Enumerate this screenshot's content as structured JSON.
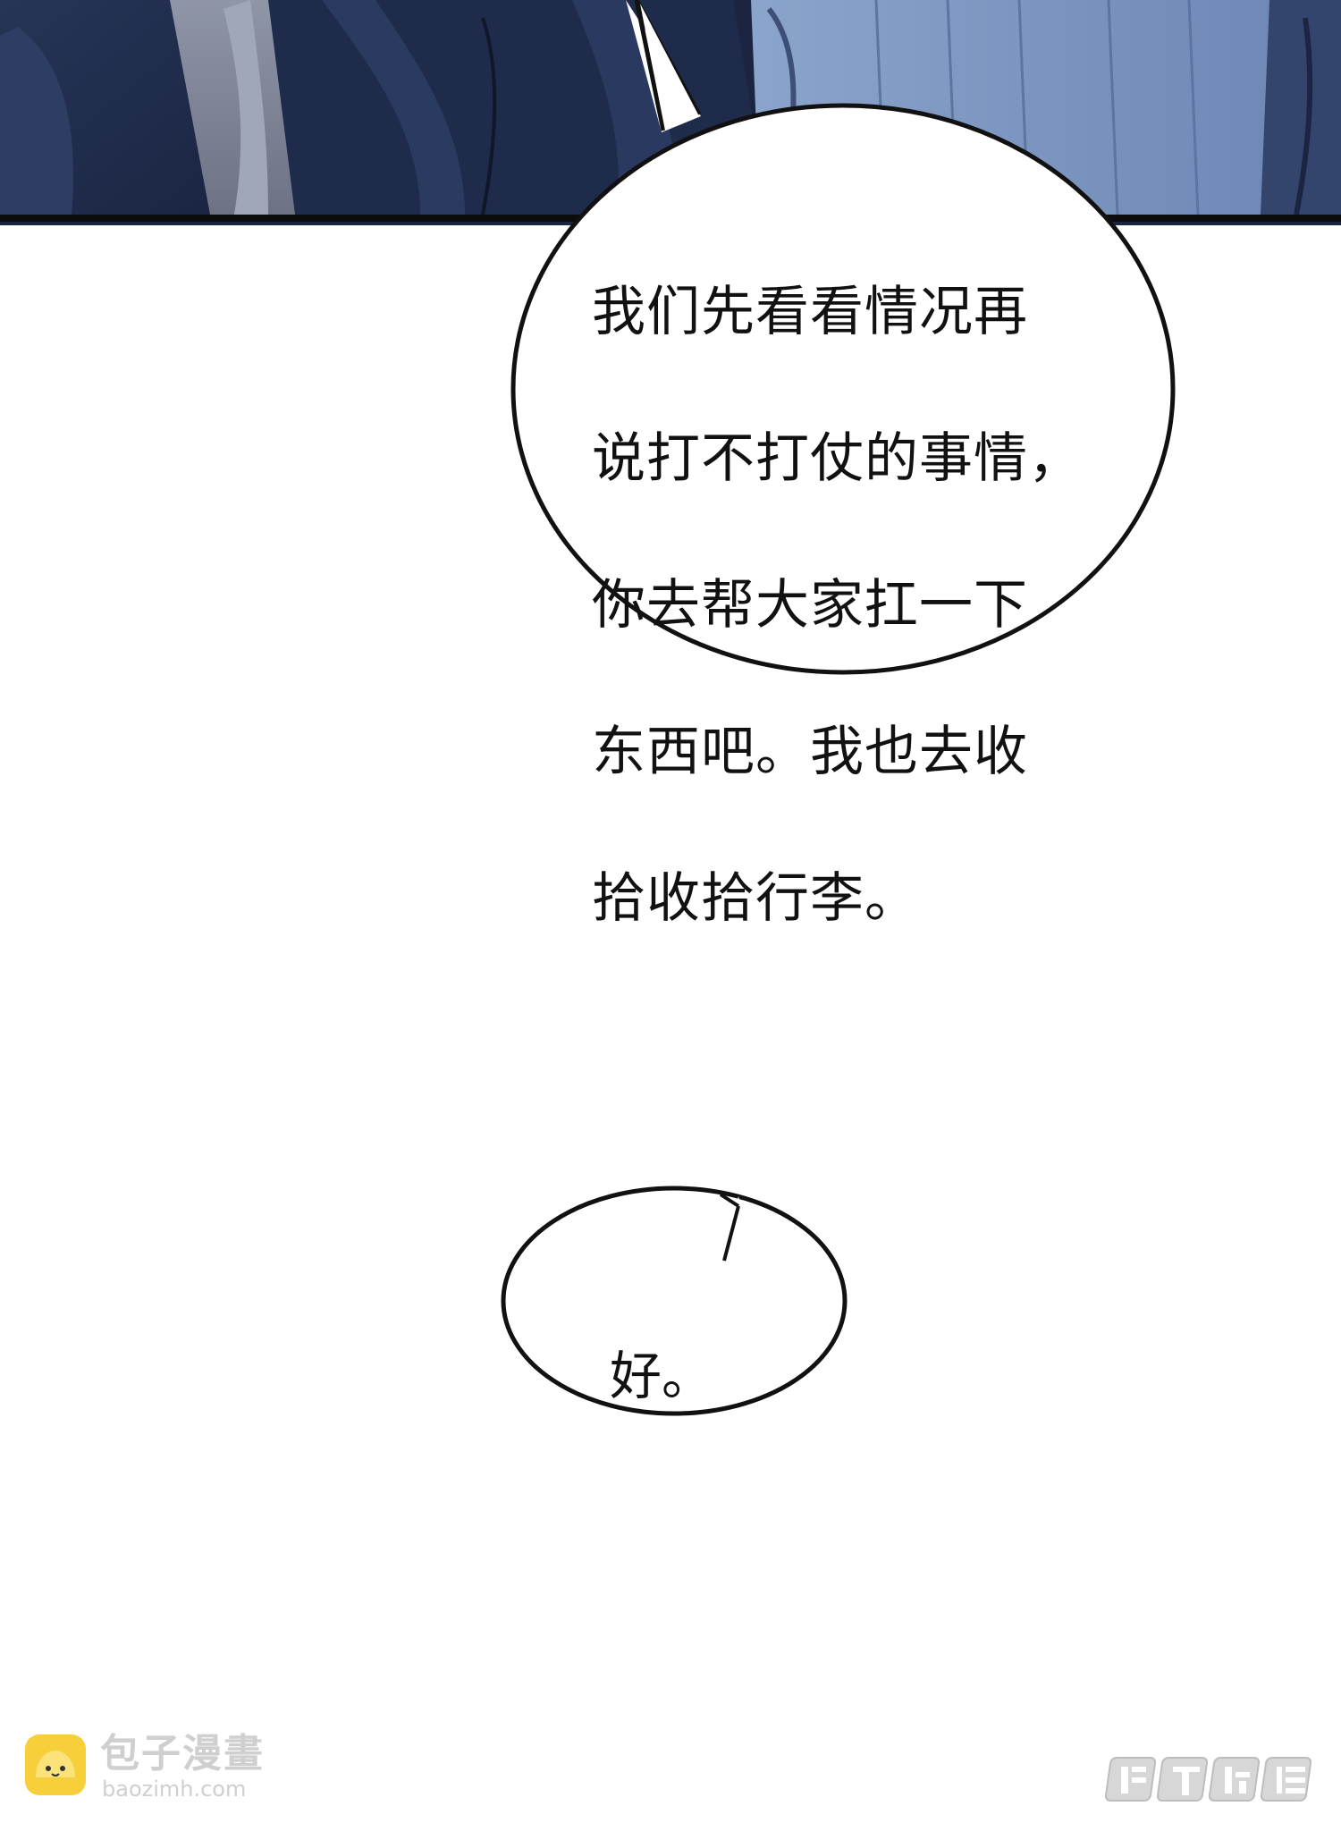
{
  "dialogue": [
    {
      "lines": [
        "我们先看看情况再",
        "说打不打仗的事情，",
        "你去帮大家扛一下",
        "东西吧。我也去收",
        "拾收拾行李。"
      ]
    },
    {
      "lines": [
        "好。"
      ]
    }
  ],
  "watermarks": {
    "left_title": "包子漫畫",
    "left_url": "baozimh.com",
    "right_text": "腾讯动漫"
  },
  "colors": {
    "top_panel_dark": "#1f2c4a",
    "top_panel_blue": "#7f99c4",
    "bubble_fill": "#ffffff",
    "bubble_stroke": "#111111",
    "watermark_gray": "#cfcfcf",
    "logo_yellow": "#f6cf3a"
  }
}
